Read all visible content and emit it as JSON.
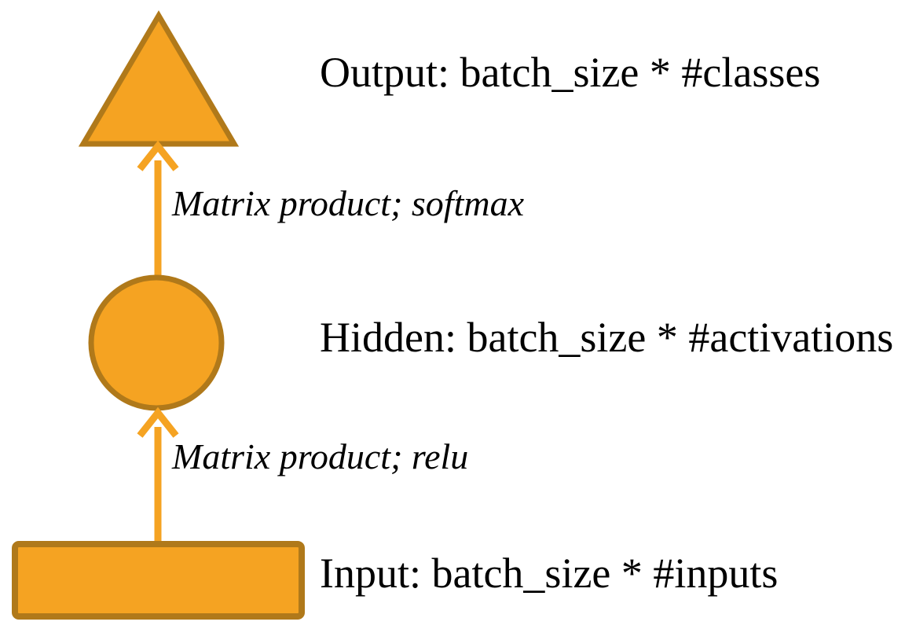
{
  "diagram": {
    "nodes": [
      {
        "id": "output",
        "shape": "triangle",
        "label": "Output: batch_size * #classes"
      },
      {
        "id": "hidden",
        "shape": "circle",
        "label": "Hidden: batch_size * #activations"
      },
      {
        "id": "input",
        "shape": "rectangle",
        "label": "Input: batch_size * #inputs"
      }
    ],
    "edges": [
      {
        "from": "hidden",
        "to": "output",
        "label": "Matrix product; softmax"
      },
      {
        "from": "input",
        "to": "hidden",
        "label": "Matrix product; relu"
      }
    ]
  },
  "colors": {
    "node_fill": "#F5A322",
    "node_stroke": "#B0791A",
    "arrow": "#F5A322",
    "label_text": "#000000",
    "background": "#FFFFFF"
  }
}
